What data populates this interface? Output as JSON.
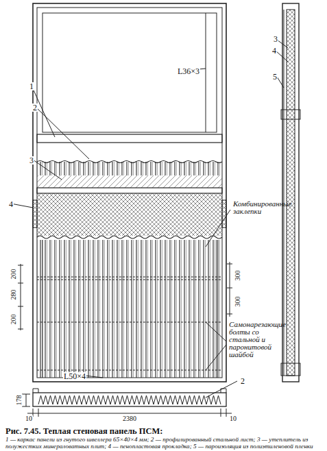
{
  "diagram": {
    "caption": "Рис. 7.45. Теплая стеновая панель ПСМ:",
    "labels": [
      "1",
      "2",
      "3",
      "4",
      "L36×3",
      "3",
      "4",
      "5",
      "Комбинированные заклепки",
      "300",
      "300",
      "Самонарезающие болты со стальной и паронитовой шайбой",
      "200",
      "280",
      "200",
      "L50×4",
      "2",
      "178",
      "10",
      "2380",
      "10",
      "1 — каркас панели из гнутого швеллера 65×40×4 мм; 2 — профилированный стальной лист; 3 — утеплитель из полужестких минераловатных плит; 4 — пенопластовая прокладка; 5 — пароизоляция из полиэтиленовой пленки"
    ]
  }
}
